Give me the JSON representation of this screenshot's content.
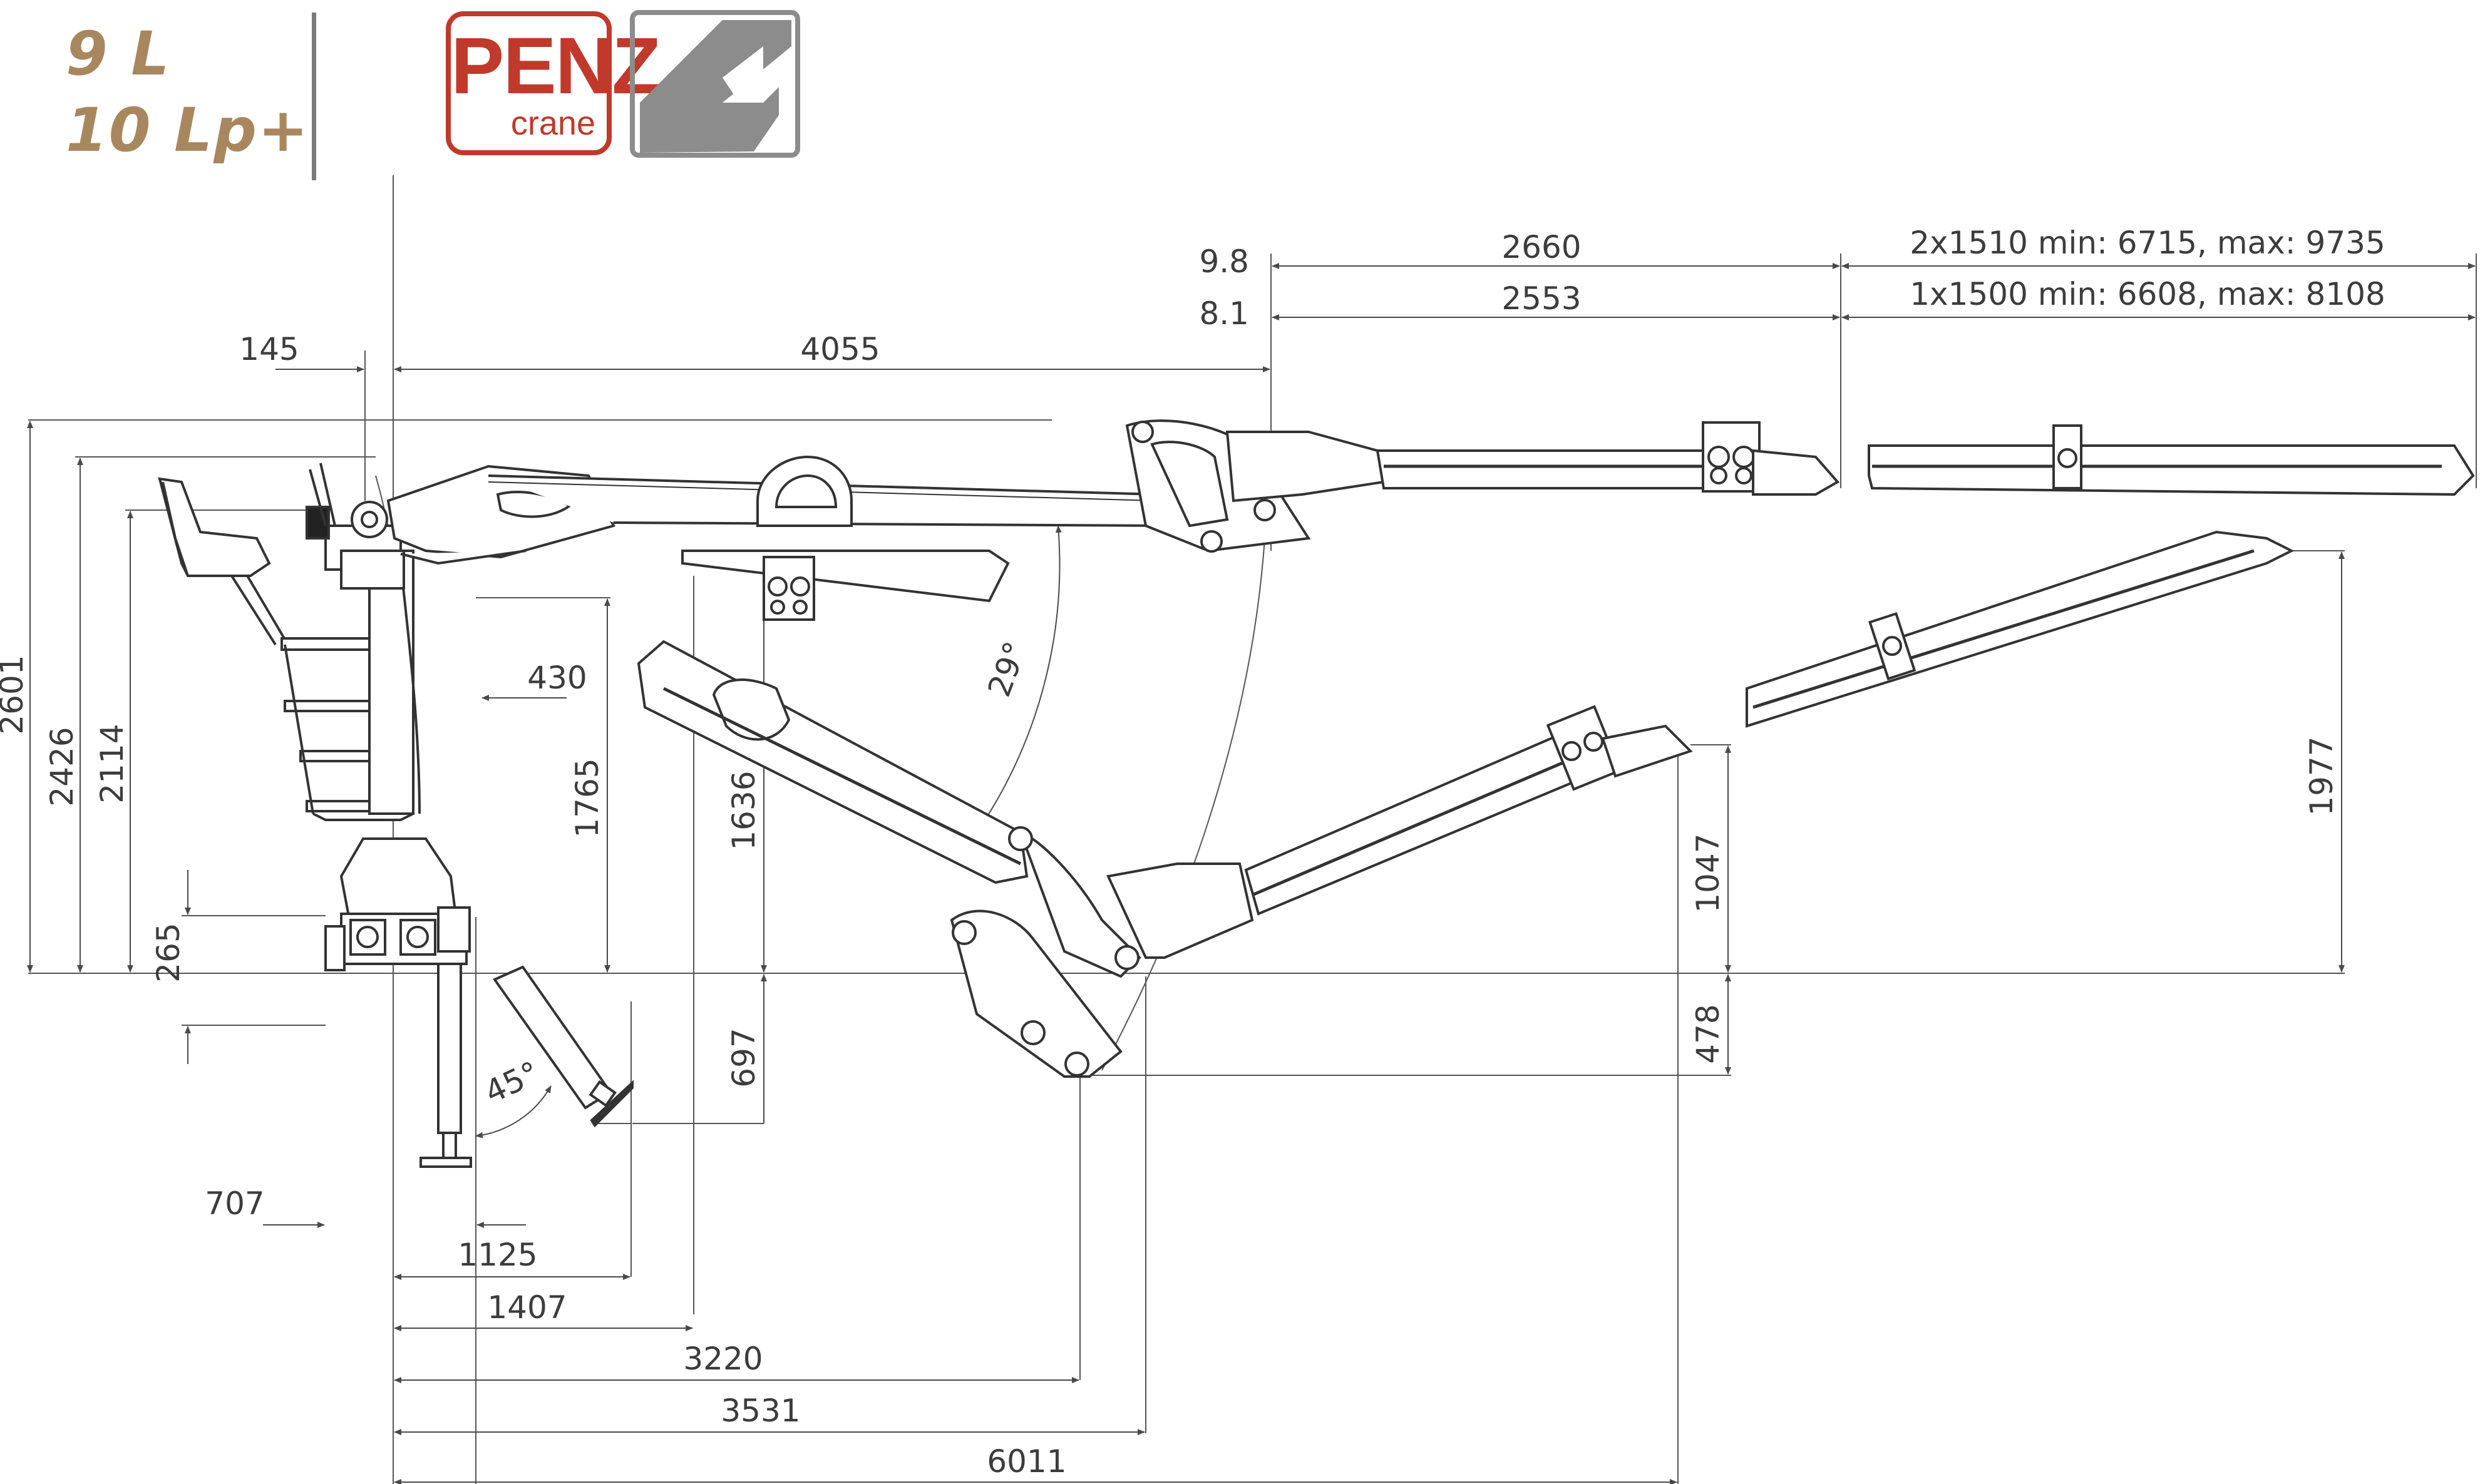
{
  "header": {
    "model_line_1": "9 L",
    "model_line_2": "10 Lp+",
    "logo_word": "PENZ",
    "logo_sub": "crane"
  },
  "colors": {
    "model_text": "#a9875e",
    "logo_red": "#c0392b",
    "logo_gray": "#8c8c8c",
    "divider": "#7a7a7a",
    "line": "#4a4a4a",
    "dim_text": "#3c3c3c"
  },
  "dimensions": {
    "top_ext_1_height": "9.8",
    "top_ext_2_height": "8.1",
    "boom_ext_1": "2660",
    "boom_ext_2": "2553",
    "ext_2x1510": "2x1510 min: 6715, max: 9735",
    "ext_1x1500": "1x1500 min: 6608, max: 8108",
    "offset_145": "145",
    "reach_4055": "4055",
    "height_2601": "2601",
    "height_2426": "2426",
    "height_2114": "2114",
    "height_1765": "1765",
    "height_1636": "1636",
    "offset_430": "430",
    "angle_29": "29°",
    "height_265": "265",
    "depth_697": "697",
    "angle_45": "45°",
    "height_1047": "1047",
    "depth_478": "478",
    "height_1977": "1977",
    "width_707": "707",
    "width_1125": "1125",
    "width_1407": "1407",
    "width_3220": "3220",
    "width_3531": "3531",
    "width_6011": "6011"
  }
}
